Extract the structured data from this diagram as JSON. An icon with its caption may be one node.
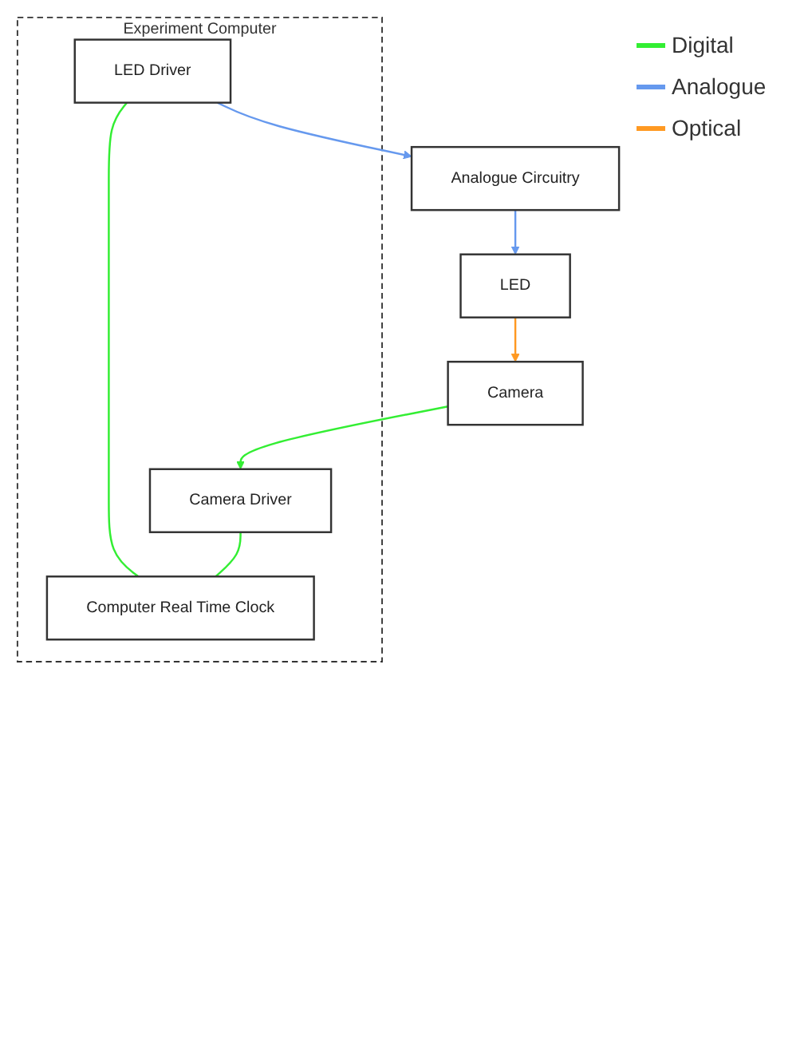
{
  "diagram": {
    "nodes": [
      {
        "text": [
          "Analogue Circuitry"
        ]
      },
      {
        "text": [
          "LED"
        ]
      },
      {
        "text": [
          "Camera"
        ]
      },
      {
        "text": [
          "Experiment Computer"
        ]
      },
      {
        "text": [
          "LED Driver"
        ],
        "in": 3
      },
      {
        "text": [
          "Camera Driver"
        ],
        "in": 3
      },
      {
        "text": [
          "Computer Real Time Clock"
        ],
        "in": 3
      }
    ],
    "edges": [
      {
        "from": 0,
        "to": 1,
        "arrow": "to",
        "color": "#6699ee"
      },
      {
        "from": 1,
        "to": 2,
        "arrow": "to",
        "color": "#ff9922"
      },
      {
        "from": 2,
        "to": 5,
        "arrow": "to"
      },
      {
        "from": 4,
        "to": 0,
        "arrow": "to",
        "color": "#6699ee"
      },
      {
        "from": 4,
        "to": 6,
        "arrow": "none"
      },
      {
        "from": 5,
        "to": 6,
        "arrow": "none"
      }
    ],
    "legend": [
      {
        "text": "Digital"
      },
      {
        "text": "Analogue"
      },
      {
        "text": "Optical"
      }
    ]
  }
}
